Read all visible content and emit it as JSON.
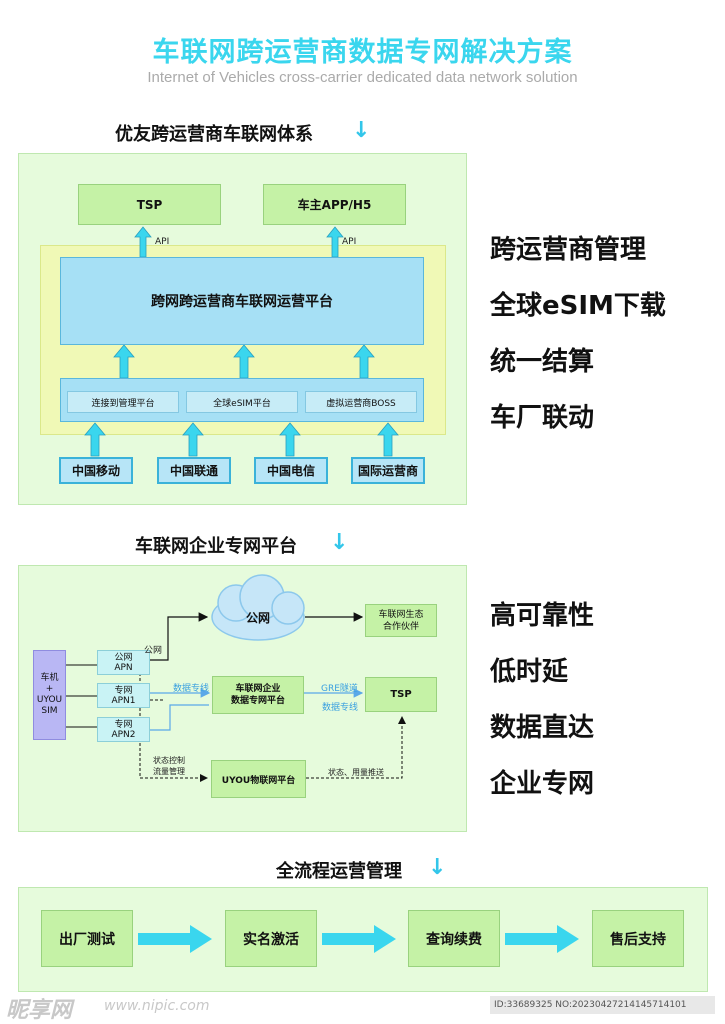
{
  "header": {
    "title": "车联网跨运营商数据专网解决方案",
    "subtitle": "Internet of Vehicles cross-carrier dedicated data network solution"
  },
  "section1": {
    "heading": "优友跨运营商车联网体系",
    "top_boxes": [
      "TSP",
      "车主APP/H5"
    ],
    "api_labels": [
      "API",
      "API"
    ],
    "platform": "跨网跨运营商车联网运营平台",
    "sub_platforms": [
      "连接到管理平台",
      "全球eSIM平台",
      "虚拟运营商BOSS"
    ],
    "carriers": [
      "中国移动",
      "中国联通",
      "中国电信",
      "国际运营商"
    ],
    "features": [
      "跨运营商管理",
      "全球eSIM下载",
      "统一结算",
      "车厂联动"
    ]
  },
  "section2": {
    "heading": "车联网企业专网平台",
    "car_sim": "车机\n+\nUYOU\nSIM",
    "apns": [
      "公网\nAPN",
      "专网\nAPN1",
      "专网\nAPN2"
    ],
    "cloud": "公网",
    "public_label": "公网",
    "ecosystem": "车联网生态\n合作伙伴",
    "enterprise": "车联网企业\n数据专网平台",
    "tsp": "TSP",
    "uyou": "UYOU物联网平台",
    "line_labels": {
      "data_line1": "数据专线",
      "gre": "GRE隧道",
      "data_line2": "数据专线",
      "status_control": "状态控制\n流量管理",
      "status_usage": "状态、用量推送"
    },
    "features": [
      "高可靠性",
      "低时延",
      "数据直达",
      "企业专网"
    ]
  },
  "section3": {
    "heading": "全流程运营管理",
    "steps": [
      "出厂测试",
      "实名激活",
      "查询续费",
      "售后支持"
    ]
  },
  "watermark": {
    "logo": "昵享网",
    "site": "www.nipic.com",
    "id": "ID:33689325 NO:20230427214145714101"
  },
  "colors": {
    "title": "#3ad6ee",
    "panel": "#e6fbdc",
    "green_box": "#c5f2a6",
    "blue_box": "#a6e0f5",
    "arrow": "#3ad6ee"
  }
}
